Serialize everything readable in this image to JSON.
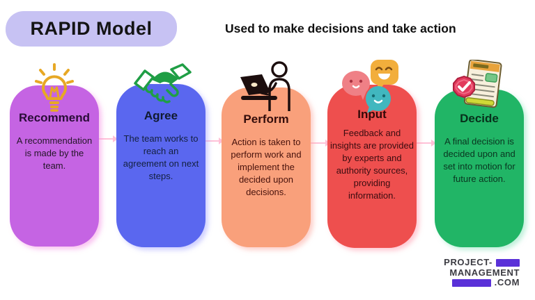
{
  "header": {
    "title": "RAPID Model",
    "subtitle": "Used to make decisions and take action",
    "pill_color": "#c7c2f3"
  },
  "cards": [
    {
      "title": "Recommend",
      "body": "A recommendation is made by the team.",
      "color": "#c564e3",
      "icon": "lightbulb-icon"
    },
    {
      "title": "Agree",
      "body": "The team works to reach an agreement on next steps.",
      "color": "#5a67ef",
      "icon": "handshake-icon"
    },
    {
      "title": "Perform",
      "body": "Action is taken to perform work and implement the decided upon decisions.",
      "color": "#f9a07b",
      "icon": "person-laptop-icon"
    },
    {
      "title": "Input",
      "body": "Feedback and insights are provided by experts and authority sources, providing information.",
      "color": "#ee4f4e",
      "icon": "chat-bubbles-icon"
    },
    {
      "title": "Decide",
      "body": "A final decision is decided upon and set into motion for future action.",
      "color": "#21b566",
      "icon": "document-check-icon"
    }
  ],
  "footer_logo": {
    "line1": "PROJECT-",
    "line2": "MANAGEMENT",
    "line3": ".COM",
    "accent_color": "#5a31d8",
    "text_color": "#3b3b42"
  }
}
